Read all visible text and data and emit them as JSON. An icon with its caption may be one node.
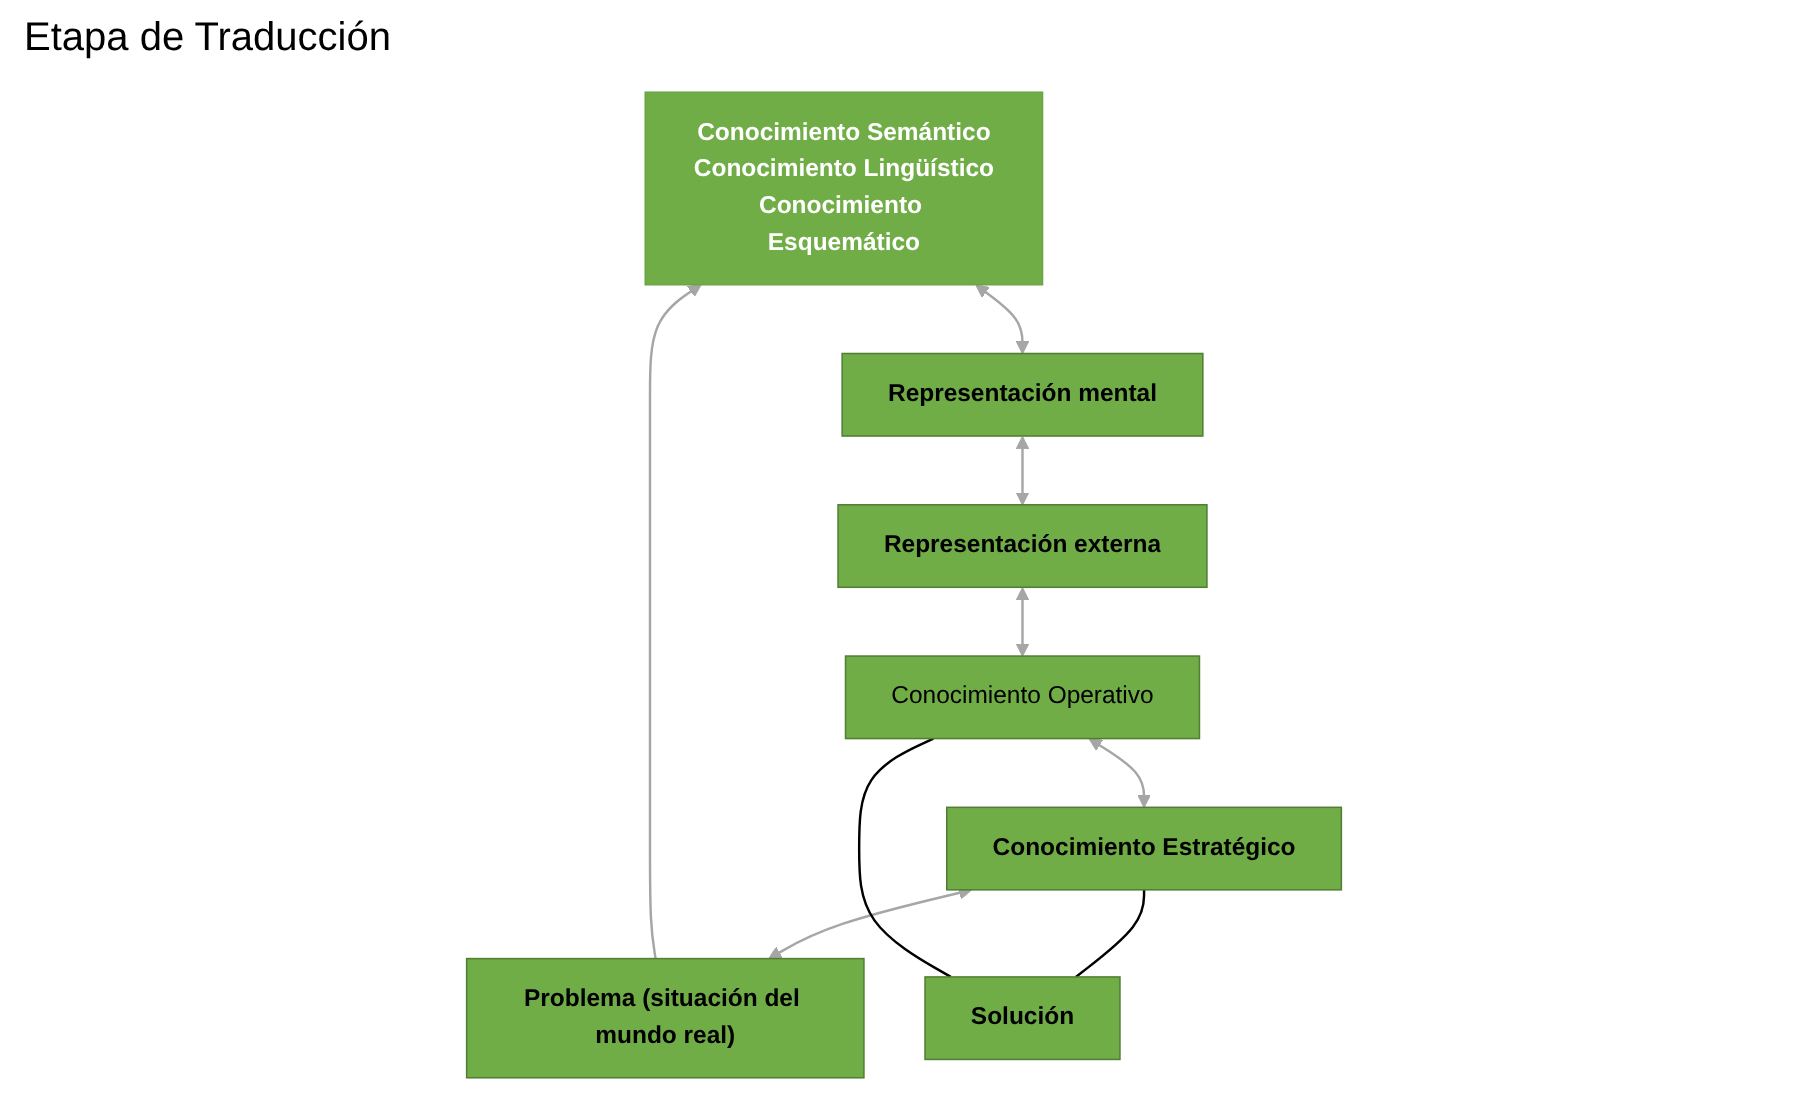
{
  "diagram": {
    "nodes": [
      {
        "text": [
          "Conocimiento Semántico",
          "Conocimiento Lingüístico",
          "Conocimiento Esquemático"
        ]
      },
      {
        "text": [
          "Representación mental"
        ]
      },
      {
        "text": [
          "Problema (situación del mundo real)"
        ]
      },
      {
        "text": [
          "Representación externa"
        ]
      },
      {
        "text": [
          "Conocimiento Estratégico"
        ]
      },
      {
        "text": [
          "Conocimiento Operativo"
        ]
      },
      {
        "text": [
          "Solución"
        ]
      }
    ],
    "edges": [
      {
        "from": 0,
        "to": 1,
        "arrow": "both"
      },
      {
        "from": 2,
        "to": 0,
        "arrow": "to"
      },
      {
        "from": 1,
        "to": 3,
        "arrow": "both"
      },
      {
        "from": 3,
        "to": 5,
        "arrow": "both"
      },
      {
        "from": 5,
        "to": 4,
        "arrow": "both"
      },
      {
        "from": 4,
        "to": 2,
        "arrow": "both"
      },
      {
        "from": 4,
        "to": 6,
        "arrow": "none",
        "color": "#000000"
      },
      {
        "from": 5,
        "to": 6,
        "arrow": "none",
        "color": "#000000"
      }
    ],
    "labels": [
      "Etapa de Traducción"
    ]
  }
}
